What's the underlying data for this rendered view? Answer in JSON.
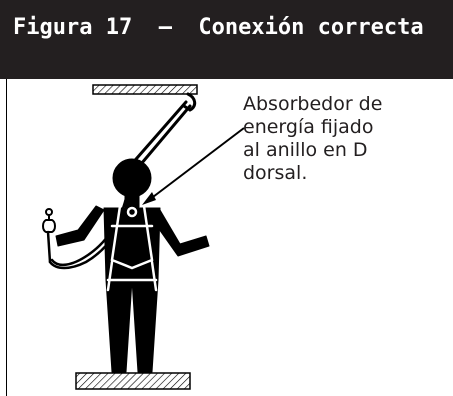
{
  "header": {
    "title": "Figura 17  –  Conexión correcta"
  },
  "callout": {
    "lines": [
      "Absorbedor de",
      "energía fijado",
      "al anillo en D",
      "dorsal."
    ]
  },
  "colors": {
    "header_bg": "#231f20",
    "header_text": "#ffffff",
    "ink": "#000000"
  }
}
